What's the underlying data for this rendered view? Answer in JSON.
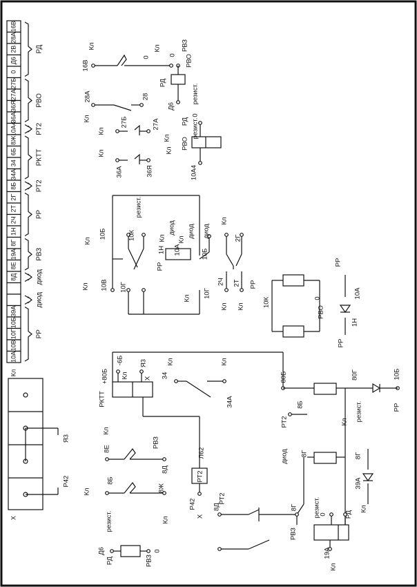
{
  "terminal_strip": {
    "labels": [
      "16В",
      "28А",
      "2В",
      "Д6",
      "0",
      "27Б",
      "27А",
      "36Я",
      "36А",
      "10А4",
      "8Ж",
      "6Б",
      "34",
      "34А",
      "8Б",
      "2Г",
      "2Т",
      "2Ч",
      "1Н",
      "8Г",
      "19А",
      "8Е",
      "8Д",
      "",
      "",
      "39А",
      "10Б",
      "10Г",
      "10В",
      "10А"
    ],
    "groups": [
      {
        "label": "РД",
        "first": 0,
        "last": 4
      },
      {
        "label": "РВО",
        "first": 5,
        "last": 8
      },
      {
        "label": "РТ2",
        "first": 9,
        "last": 9
      },
      {
        "label": "РКТТ",
        "first": 10,
        "last": 13
      },
      {
        "label": "РТ2",
        "first": 14,
        "last": 14
      },
      {
        "label": "РР",
        "first": 15,
        "last": 18
      },
      {
        "label": "РВЗ",
        "first": 19,
        "last": 21
      },
      {
        "label": "диод",
        "first": 22,
        "last": 22
      },
      {
        "label": "диод",
        "first": 24,
        "last": 24
      },
      {
        "label": "РР",
        "first": 25,
        "last": 29
      }
    ]
  },
  "connector_block": {
    "label_top": "Кл",
    "label_bottom": "Х",
    "pins": [
      "Я3",
      "Р42"
    ]
  },
  "labels": {
    "l1": "16В",
    "l2": "Кл",
    "l3": "0",
    "l4": "Кл",
    "l5": "0",
    "l6": "РВЗ",
    "l7": "РВО",
    "l8": "РД",
    "l9": "резист.",
    "l10": "Д6",
    "l11": "28А",
    "l12": "Кл",
    "l13": "28",
    "l14": "0",
    "l15": "резист.",
    "l16": "Кл",
    "l17": "27Б",
    "l18": "27А",
    "l19": "Кл",
    "l20": "РД",
    "l21": "РВО",
    "l22": "10А4",
    "l23": "Кл",
    "l24": "36А",
    "l25": "36Я",
    "l26": "Кл",
    "l27": "Кл",
    "l28": "10Б",
    "l29": "10К",
    "l30": "резист.",
    "l31": "Кл",
    "l32": "10В",
    "l33": "10Г",
    "l34": "Кл",
    "l35": "10Г",
    "l36": "РР",
    "l37": "1Н",
    "l38": "Кл",
    "l39": "диод",
    "l40": "10А",
    "l41": "Кл",
    "l42": "диод",
    "l43": "диод",
    "l44": "10Б",
    "l45": "2Ч",
    "l46": "2Т",
    "l47": "Кл",
    "l48": "Кл",
    "l49": "Кл",
    "l50": "2Г",
    "l51": "РР",
    "l52": "10К",
    "l53": "0",
    "l54": "РВО",
    "l55": "РР",
    "l56": "РР",
    "l57": "10А",
    "l58": "1Н",
    "l59": "РКТТ",
    "l60": "+80Б",
    "l61": "-6Б",
    "l62": "Кл",
    "l63": "Я3",
    "l64": "Х",
    "l65": "34",
    "l66": "Кл",
    "l67": "34А",
    "l68": "Кл",
    "l69": "80Б",
    "l70": "80Г",
    "l71": "10Б",
    "l72": "РР",
    "l73": "РТ2",
    "l74": "8Б",
    "l75": "Кл",
    "l76": "резист.",
    "l77": "диод",
    "l78": "8Г",
    "l79": "8Г",
    "l80": "39А",
    "l81": "Кл",
    "l82": "8Е",
    "l83": "Кл",
    "l84": "РВЗ",
    "l85": "8Д",
    "l86": "Л62",
    "l87": "РТ2",
    "l88": "Р42",
    "l89": "Х",
    "l90": "Кл",
    "l91": "8Б",
    "l92": "8Ж",
    "l93": "резист.",
    "l94": "Кл",
    "l95": "8Д",
    "l96": "РТ2",
    "l97": "8Г",
    "l98": "РВЗ",
    "l99": "резист.",
    "l100": "0",
    "l101": "РД",
    "l102": "19А",
    "l103": "Кл",
    "l104": "Д6",
    "l105": "РД",
    "l106": "РВЗ",
    "l107": "0"
  }
}
